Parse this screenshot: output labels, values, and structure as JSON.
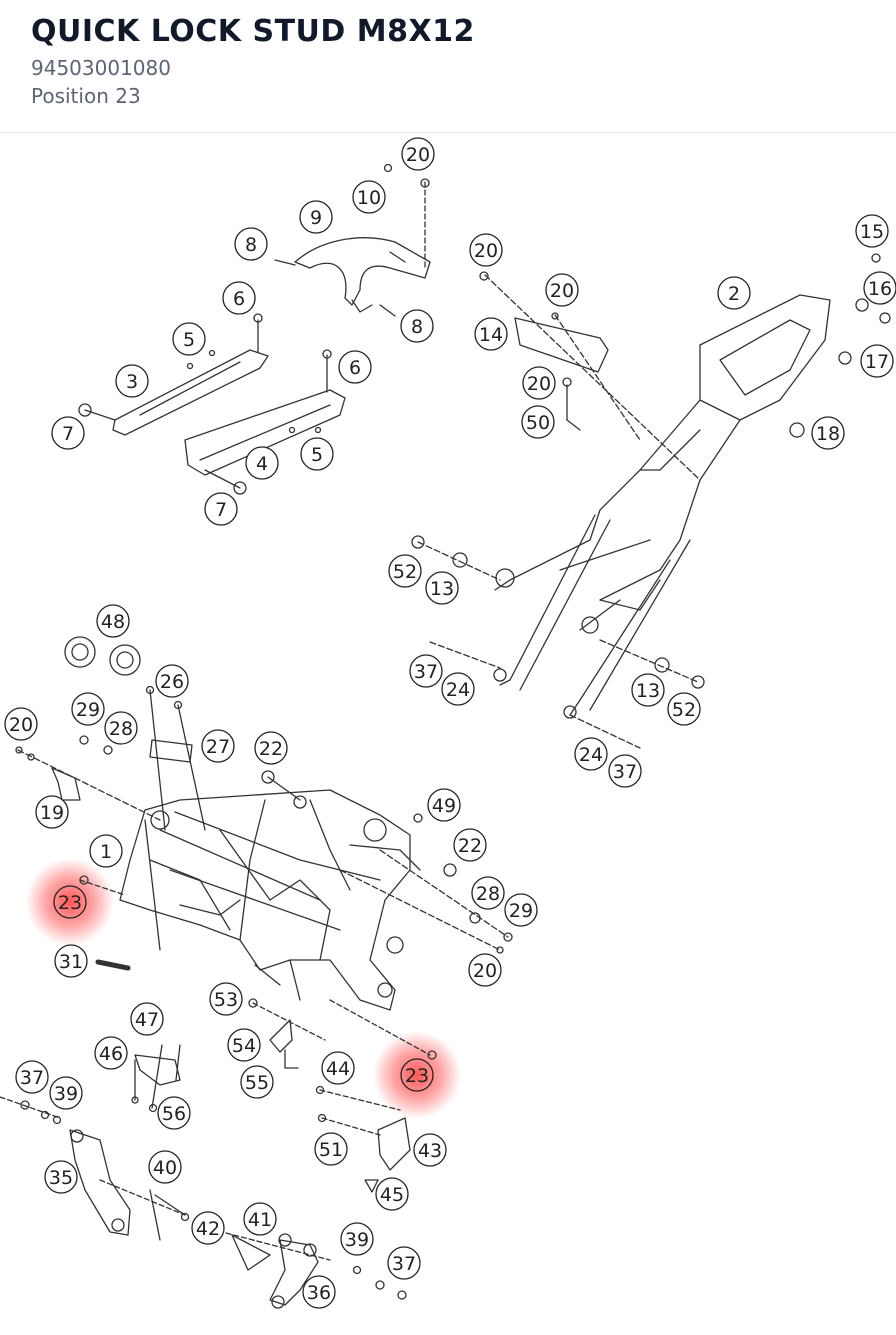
{
  "header": {
    "title": "QUICK LOCK STUD M8X12",
    "part_number": "94503001080",
    "position": "Position 23"
  },
  "diagram": {
    "highlight_color": "#ff3b3b",
    "highlighted_position": "23",
    "callouts": [
      {
        "label": "20"
      },
      {
        "label": "10"
      },
      {
        "label": "9"
      },
      {
        "label": "8"
      },
      {
        "label": "8"
      },
      {
        "label": "6"
      },
      {
        "label": "5"
      },
      {
        "label": "3"
      },
      {
        "label": "7"
      },
      {
        "label": "6"
      },
      {
        "label": "4"
      },
      {
        "label": "5"
      },
      {
        "label": "7"
      },
      {
        "label": "20"
      },
      {
        "label": "20"
      },
      {
        "label": "14"
      },
      {
        "label": "20"
      },
      {
        "label": "50"
      },
      {
        "label": "2"
      },
      {
        "label": "15"
      },
      {
        "label": "16"
      },
      {
        "label": "17"
      },
      {
        "label": "18"
      },
      {
        "label": "52"
      },
      {
        "label": "13"
      },
      {
        "label": "37"
      },
      {
        "label": "24"
      },
      {
        "label": "13"
      },
      {
        "label": "52"
      },
      {
        "label": "24"
      },
      {
        "label": "37"
      },
      {
        "label": "48"
      },
      {
        "label": "26"
      },
      {
        "label": "29"
      },
      {
        "label": "28"
      },
      {
        "label": "20"
      },
      {
        "label": "27"
      },
      {
        "label": "22"
      },
      {
        "label": "19"
      },
      {
        "label": "49"
      },
      {
        "label": "1"
      },
      {
        "label": "22"
      },
      {
        "label": "23"
      },
      {
        "label": "28"
      },
      {
        "label": "29"
      },
      {
        "label": "31"
      },
      {
        "label": "20"
      },
      {
        "label": "53"
      },
      {
        "label": "47"
      },
      {
        "label": "46"
      },
      {
        "label": "54"
      },
      {
        "label": "55"
      },
      {
        "label": "44"
      },
      {
        "label": "23"
      },
      {
        "label": "37"
      },
      {
        "label": "39"
      },
      {
        "label": "56"
      },
      {
        "label": "51"
      },
      {
        "label": "43"
      },
      {
        "label": "45"
      },
      {
        "label": "35"
      },
      {
        "label": "40"
      },
      {
        "label": "41"
      },
      {
        "label": "42"
      },
      {
        "label": "39"
      },
      {
        "label": "37"
      },
      {
        "label": "36"
      }
    ]
  }
}
